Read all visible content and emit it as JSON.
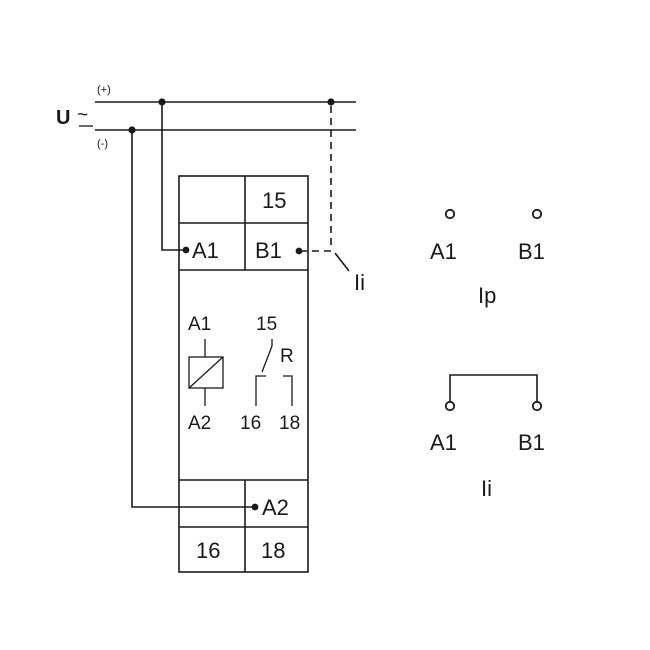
{
  "supply": {
    "voltage_label": "U",
    "tilde": "~",
    "plus_label": "(+)",
    "minus_label": "(-)"
  },
  "device": {
    "top_right_terminal": "15",
    "terminal_a1": "A1",
    "terminal_b1": "B1",
    "terminal_a2": "A2",
    "bottom_left_terminal": "16",
    "bottom_right_terminal": "18",
    "symbol": {
      "coil_top": "A1",
      "coil_bottom": "A2",
      "contact_common": "15",
      "contact_label": "R",
      "contact_nc": "16",
      "contact_no": "18"
    }
  },
  "wiring": {
    "dashed_label": "Ii"
  },
  "legend": {
    "ip": {
      "left": "A1",
      "right": "B1",
      "caption": "Ip"
    },
    "ii": {
      "left": "A1",
      "right": "B1",
      "caption": "Ii"
    }
  }
}
